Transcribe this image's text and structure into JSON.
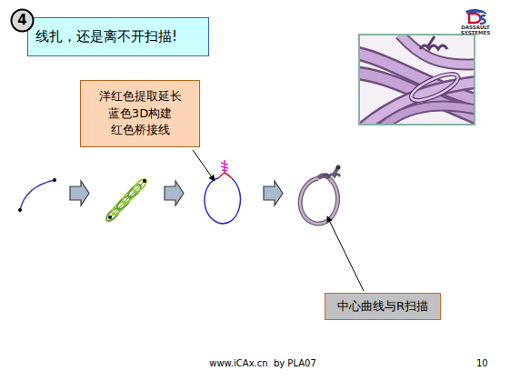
{
  "diagram": {
    "title": "线扎，还是离不开扫描!",
    "nodes": [
      {
        "text": [
          "4"
        ]
      },
      {
        "text": [
          "洋红色提取延长 蓝色3D构建 红色桥接线"
        ]
      },
      {
        "text": [
          "中心曲线与R扫描"
        ]
      }
    ],
    "labels": [
      "DASSAULT",
      "SYSTEMES",
      "www.iCAx.cn  by PLA07",
      "10"
    ]
  }
}
